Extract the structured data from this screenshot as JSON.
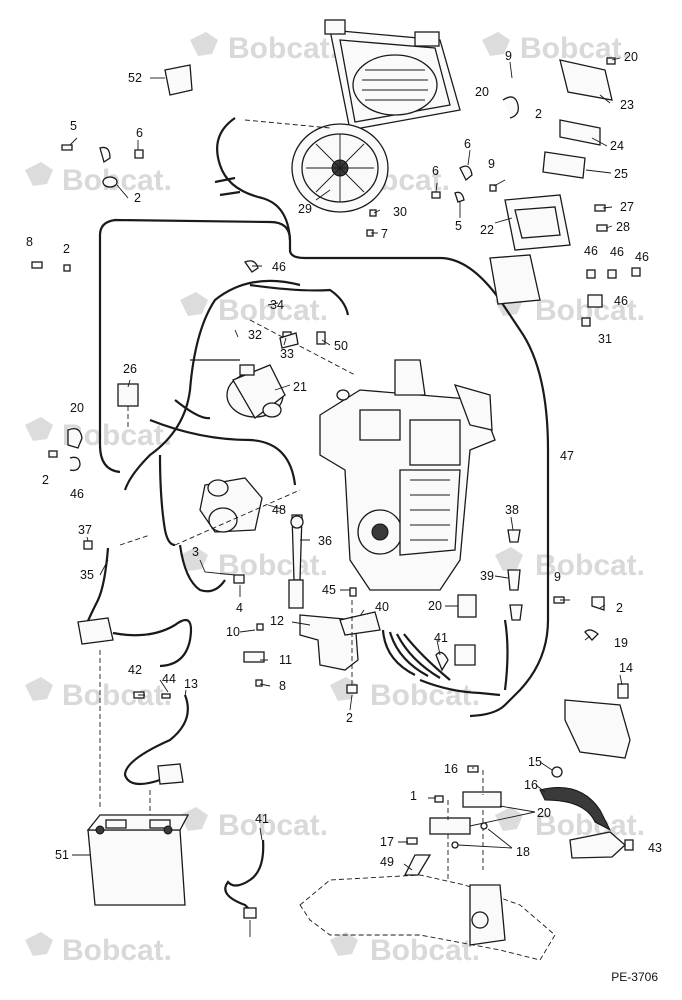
{
  "watermark": "Bobcat.",
  "document_id": "PE-3706",
  "callouts": [
    "52",
    "9",
    "20",
    "20",
    "2",
    "23",
    "24",
    "25",
    "5",
    "6",
    "2",
    "6",
    "6",
    "9",
    "5",
    "27",
    "28",
    "22",
    "29",
    "30",
    "7",
    "8",
    "2",
    "46",
    "46",
    "46",
    "46",
    "46",
    "31",
    "34",
    "32",
    "33",
    "50",
    "26",
    "21",
    "20",
    "2",
    "46",
    "47",
    "48",
    "36",
    "37",
    "35",
    "3",
    "4",
    "38",
    "39",
    "20",
    "9",
    "2",
    "19",
    "45",
    "40",
    "12",
    "10",
    "11",
    "8",
    "2",
    "41",
    "42",
    "44",
    "13",
    "14",
    "15",
    "16",
    "16",
    "1",
    "20",
    "17",
    "18",
    "49",
    "43",
    "51",
    "41"
  ]
}
